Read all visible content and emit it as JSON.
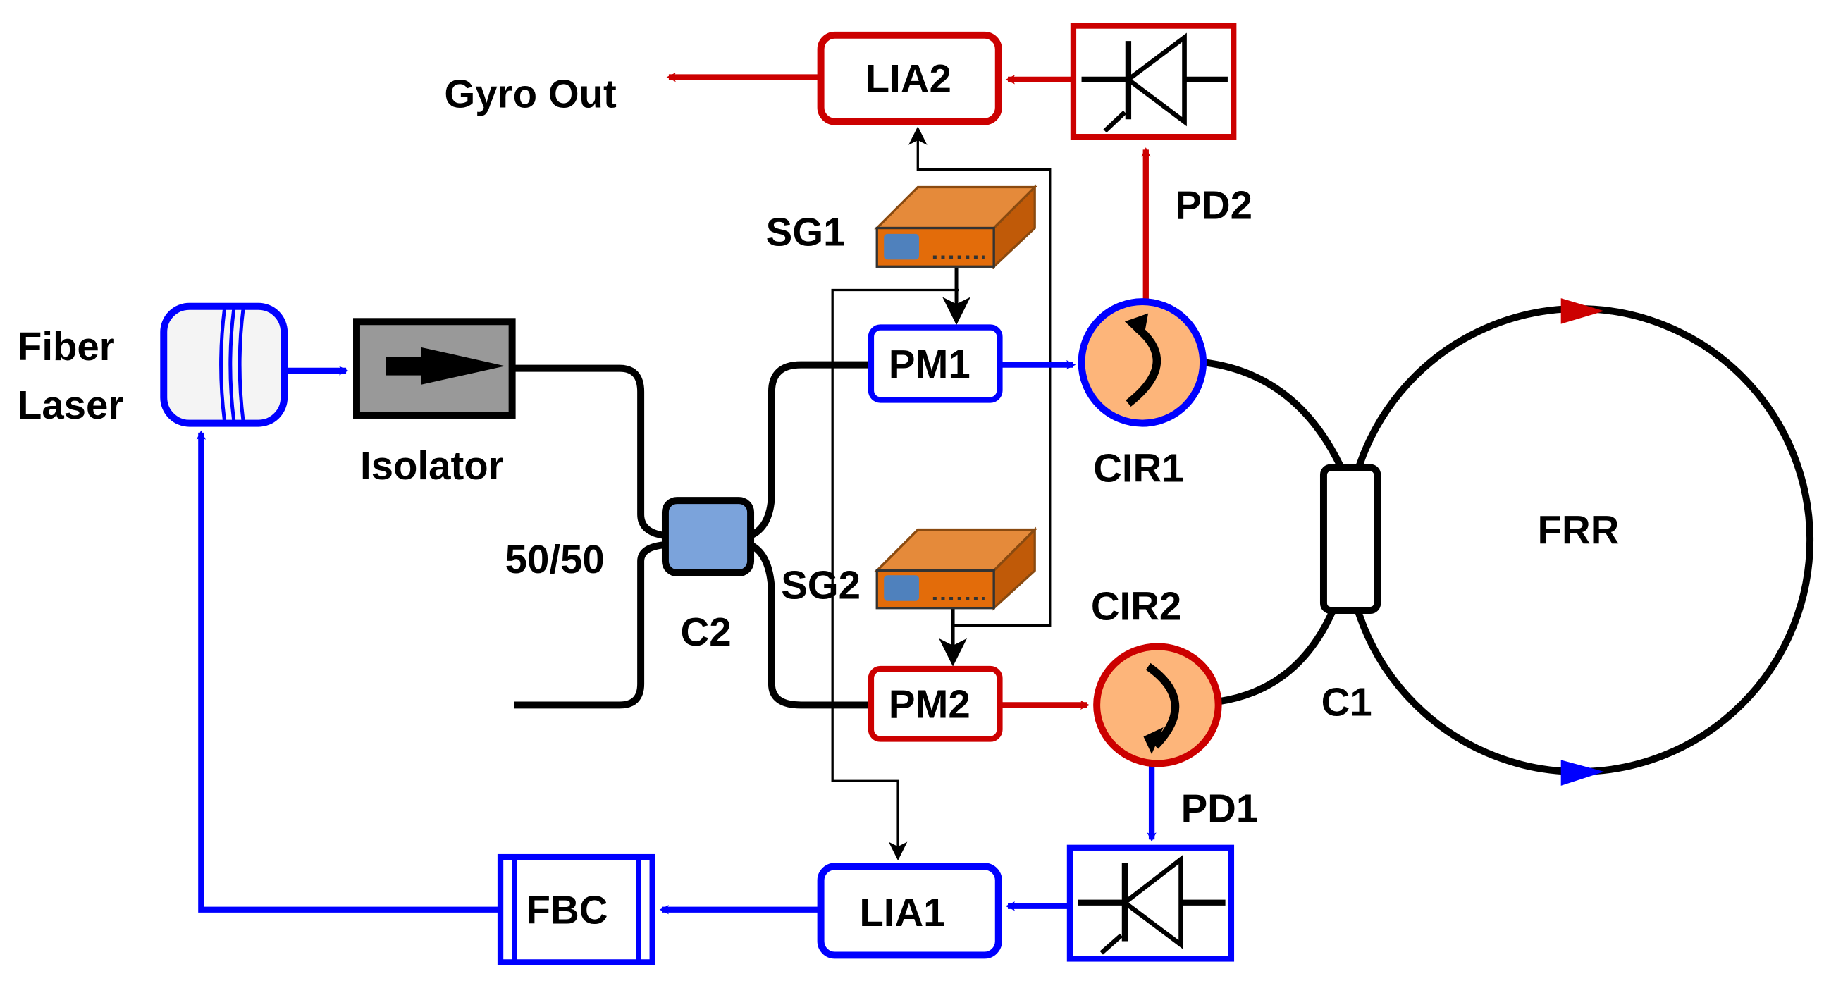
{
  "labels": {
    "fiber_laser_line1": "Fiber",
    "fiber_laser_line2": "Laser",
    "isolator": "Isolator",
    "splitter_ratio": "50/50",
    "c2": "C2",
    "c1": "C1",
    "pm1": "PM1",
    "pm2": "PM2",
    "sg1": "SG1",
    "sg2": "SG2",
    "cir1": "CIR1",
    "cir2": "CIR2",
    "pd1": "PD1",
    "pd2": "PD2",
    "lia1": "LIA1",
    "lia2": "LIA2",
    "fbc": "FBC",
    "frr": "FRR",
    "gyro_out": "Gyro Out"
  },
  "colors": {
    "cw_path": "#0000FF",
    "ccw_path": "#CC0000",
    "fiber": "#000000",
    "circulator_fill": "#FDB57A",
    "coupler_fill": "#7BA3DB",
    "isolator_fill": "#999999",
    "signal_generator": "#E36C0A"
  }
}
